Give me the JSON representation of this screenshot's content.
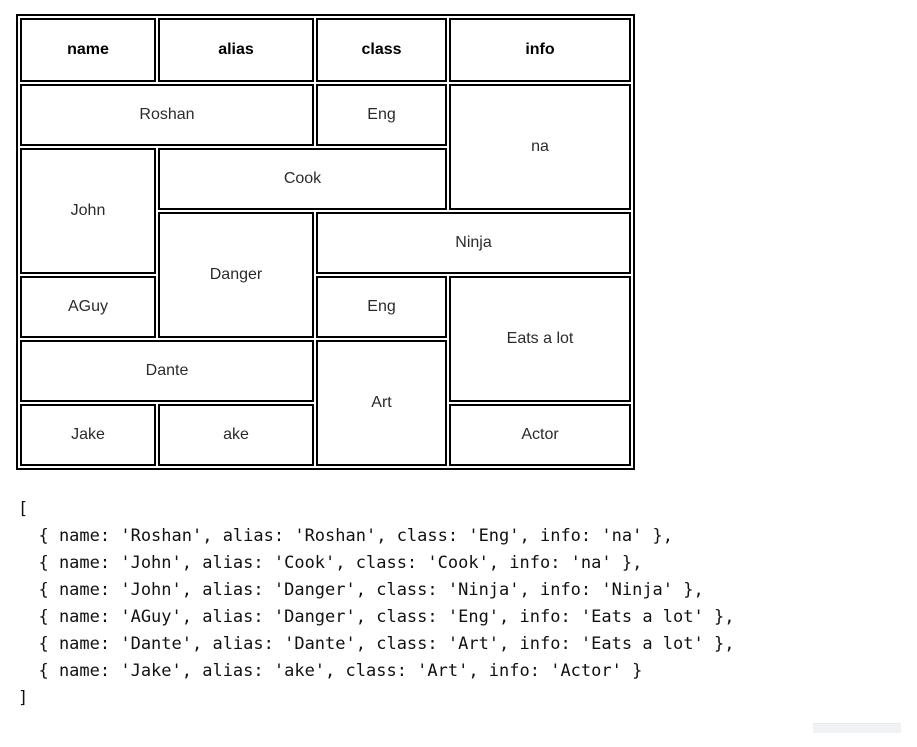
{
  "table": {
    "headers": [
      "name",
      "alias",
      "class",
      "info"
    ],
    "rows": [
      [
        "Roshan",
        "Eng",
        "na"
      ],
      [
        "John",
        "Cook"
      ],
      [
        "Danger",
        "Ninja"
      ],
      [
        "AGuy",
        "Eng",
        "Eats a lot"
      ],
      [
        "Dante",
        "Art"
      ],
      [
        "Jake",
        "ake",
        "Actor"
      ]
    ]
  },
  "code": {
    "lines": [
      "[",
      "  { name: 'Roshan', alias: 'Roshan', class: 'Eng', info: 'na' },",
      "  { name: 'John', alias: 'Cook', class: 'Cook', info: 'na' },",
      "  { name: 'John', alias: 'Danger', class: 'Ninja', info: 'Ninja' },",
      "  { name: 'AGuy', alias: 'Danger', class: 'Eng', info: 'Eats a lot' },",
      "  { name: 'Dante', alias: 'Dante', class: 'Art', info: 'Eats a lot' },",
      "  { name: 'Jake', alias: 'ake', class: 'Art', info: 'Actor' }",
      "]"
    ]
  },
  "colors": {
    "border": "#000000",
    "header_text": "#000000",
    "cell_text": "#2b2b2b",
    "background": "#ffffff",
    "corner_overlay": "#f1f2f3"
  }
}
